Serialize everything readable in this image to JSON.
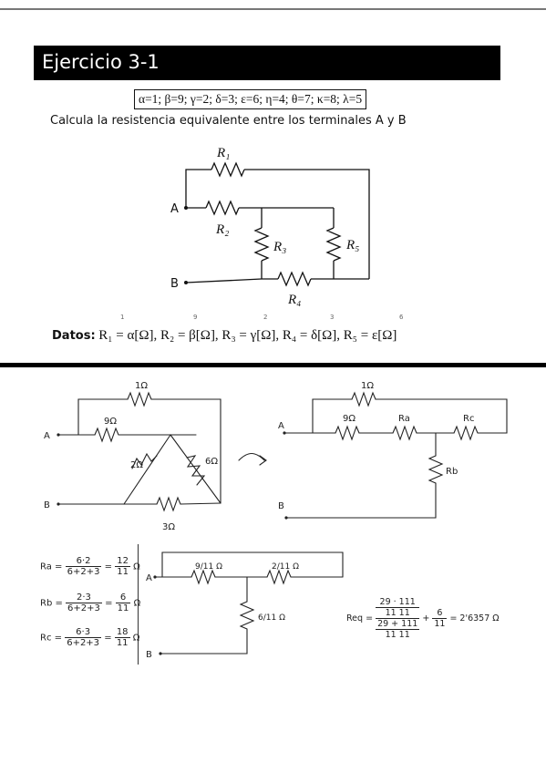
{
  "title": "Ejercicio 3-1",
  "params": "α=1; β=9; γ=2; δ=3; ε=6; η=4; θ=7; κ=8; λ=5",
  "instruction": "Calcula la resistencia equivalente entre los terminales A y B",
  "circuit": {
    "r1": "R₁",
    "r2": "R₂",
    "r3": "R₃",
    "r4": "R₄",
    "r5": "R₅",
    "terminal_a": "A",
    "terminal_b": "B"
  },
  "datos": {
    "label": "Datos:",
    "eq": "R₁ = α[Ω], R₂ = β[Ω], R₃ = γ[Ω], R₄ = δ[Ω], R₅ = ε[Ω]",
    "marks": [
      "1",
      "9",
      "2",
      "3",
      "6"
    ]
  },
  "handwritten": {
    "d1_top": "1Ω",
    "d1_r2": "9Ω",
    "d1_left": "2Ω",
    "d1_right": "6Ω",
    "d1_bottom": "3Ω",
    "d1_a": "A",
    "d1_b": "B",
    "d2_top": "1Ω",
    "d2_ra_val": "9Ω",
    "d2_ra": "Ra",
    "d2_rc": "Rc",
    "d2_rb": "Rb",
    "d2_a": "A",
    "d2_b": "B",
    "d3_r1": "9/11 Ω",
    "d3_r2": "2/11 Ω",
    "d3_r3": "6/11 Ω",
    "d3_a": "A",
    "d3_b": "B"
  },
  "calc": {
    "ra_lbl": "Ra =",
    "ra_n1": "6·2",
    "ra_d1": "6+2+3",
    "ra_n2": "12",
    "ra_d2": "11",
    "ra_u": "Ω",
    "rb_lbl": "Rb =",
    "rb_n1": "2·3",
    "rb_d1": "6+2+3",
    "rb_n2": "6",
    "rb_d2": "11",
    "rb_u": "Ω",
    "rc_lbl": "Rc =",
    "rc_n1": "6·3",
    "rc_d1": "6+2+3",
    "rc_n2": "18",
    "rc_d2": "11",
    "rc_u": "Ω",
    "req_lbl": "Req =",
    "req_a_n": "29 · 111",
    "req_a_d": "11   11",
    "req_b_n": "29 + 111",
    "req_b_d": "11   11",
    "req_plus": "+",
    "req_c_n": "6",
    "req_c_d": "11",
    "req_result": "= 2'6357 Ω"
  }
}
